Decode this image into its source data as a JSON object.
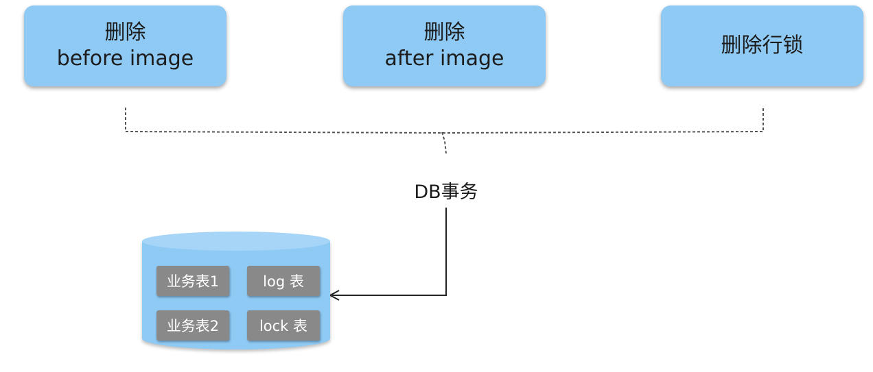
{
  "steps": [
    {
      "line1": "删除",
      "line2": "before image"
    },
    {
      "line1": "删除",
      "line2": "after image"
    },
    {
      "line1": "删除行锁",
      "line2": ""
    }
  ],
  "transaction_label": "DB事务",
  "database": {
    "tables": [
      "业务表1",
      "log 表",
      "业务表2",
      "lock 表"
    ]
  },
  "colors": {
    "box_fill": "#8fcaf5",
    "table_fill": "#898989",
    "table_text": "#ffffff"
  }
}
